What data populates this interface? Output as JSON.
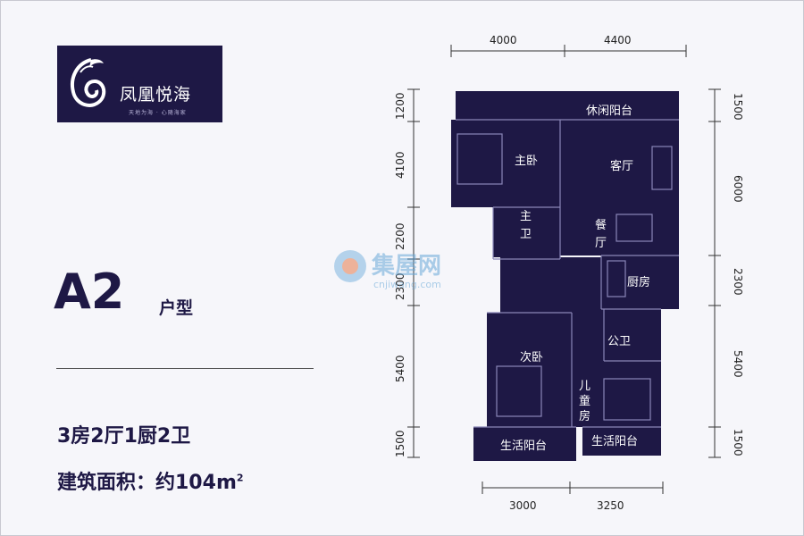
{
  "brand": {
    "name": "凤凰悦海",
    "tagline": "天地为海 · 心随海家"
  },
  "unit": {
    "type_code": "A2",
    "type_suffix": "户型",
    "layout": "3房2厅1厨2卫",
    "area_label": "建筑面积：约104",
    "area_unit": "m",
    "area_unit_sup": "2"
  },
  "dimensions": {
    "top": [
      "4000",
      "4400"
    ],
    "bottom": [
      "3000",
      "3250"
    ],
    "left": [
      "1200",
      "4100",
      "2200",
      "2300",
      "5400",
      "1500"
    ],
    "right": [
      "1500",
      "6000",
      "2300",
      "5400",
      "1500"
    ]
  },
  "rooms": {
    "leisure_balcony": "休闲阳台",
    "master_bedroom": "主卧",
    "living_room": "客厅",
    "master_bath": "主卫",
    "dining_room": "餐厅",
    "kitchen": "厨房",
    "public_bath": "公卫",
    "second_bedroom": "次卧",
    "kids_room": "儿童房",
    "service_balcony_left": "生活阳台",
    "service_balcony_right": "生活阳台"
  },
  "watermark": {
    "text": "集屋网",
    "url_text": "cnjiwang.com"
  },
  "colors": {
    "plan_fill": "#1e1845",
    "accent": "#1e1845",
    "background": "#f6f6fa"
  }
}
